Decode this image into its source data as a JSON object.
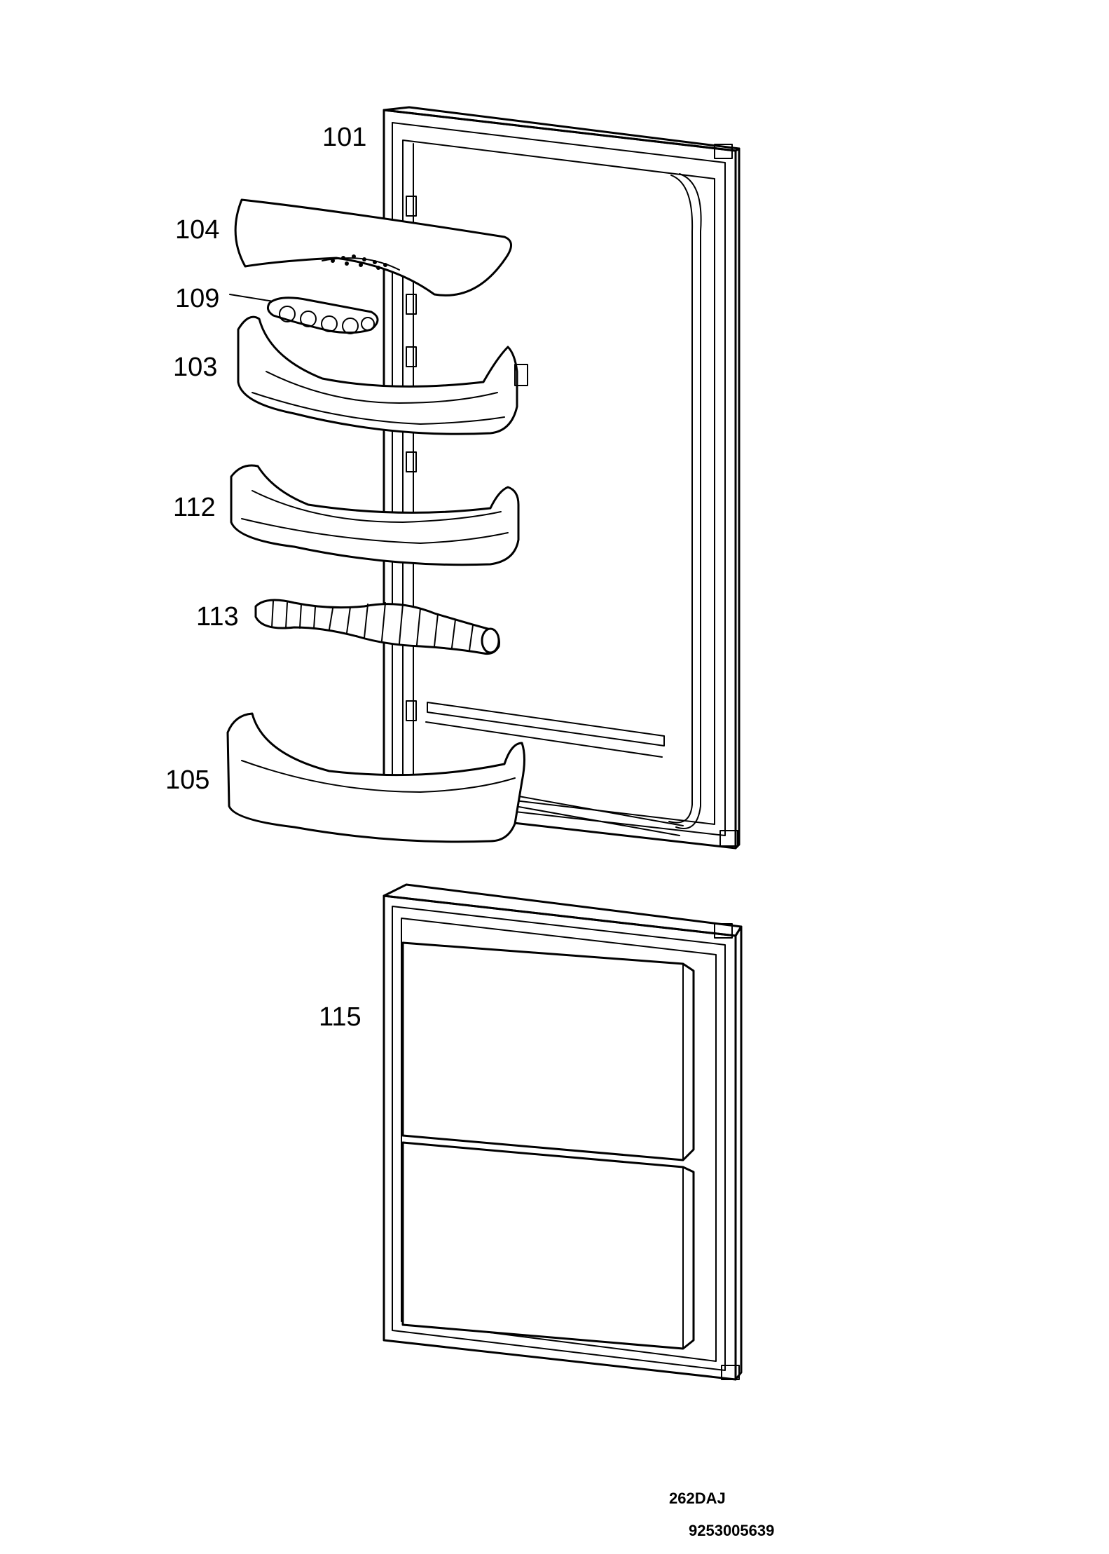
{
  "parts": [
    {
      "id": "door-frame-upper",
      "label": "101"
    },
    {
      "id": "shelf-cover",
      "label": "104"
    },
    {
      "id": "egg-tray",
      "label": "109"
    },
    {
      "id": "door-shelf-top",
      "label": "103"
    },
    {
      "id": "door-shelf-middle",
      "label": "112"
    },
    {
      "id": "bottle-holder",
      "label": "113"
    },
    {
      "id": "door-shelf-bottom",
      "label": "105"
    },
    {
      "id": "door-frame-lower",
      "label": "115"
    }
  ],
  "footer": {
    "model_code": "262DAJ",
    "document_number": "9253005639"
  }
}
